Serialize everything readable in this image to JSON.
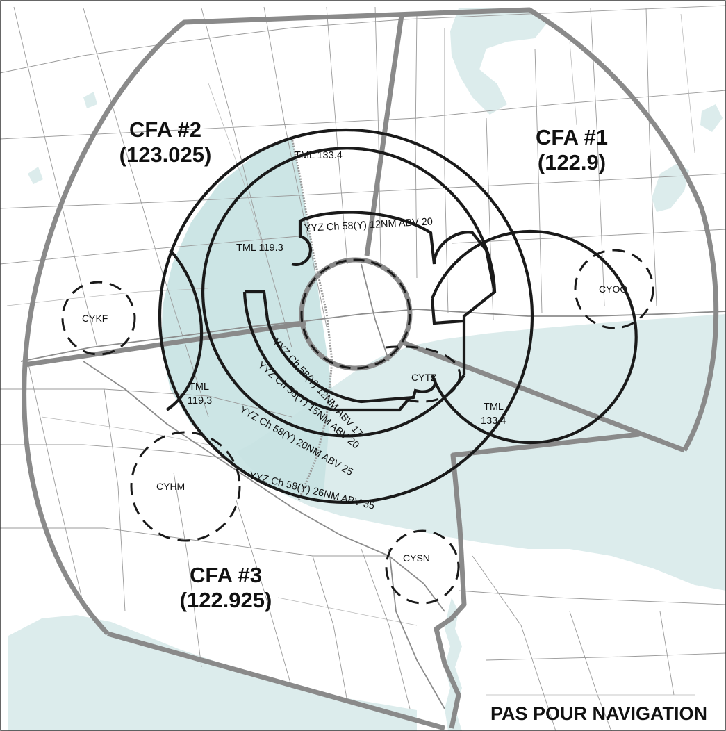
{
  "map": {
    "banner": "PAS POUR NAVIGATION",
    "cfa_areas": [
      {
        "name": "CFA #1",
        "frequency": "(122.9)"
      },
      {
        "name": "CFA #2",
        "frequency": "(123.025)"
      },
      {
        "name": "CFA #3",
        "frequency": "(122.925)"
      }
    ],
    "sector_labels": {
      "tml_133_4_north": "TML 133.4",
      "tml_119_3_north": "TML 119.3",
      "tml_sw_line1": "TML",
      "tml_sw_line2": "119.3",
      "tml_se_line1": "TML",
      "tml_se_line2": "133.4"
    },
    "ring_labels": {
      "ring_12nm_abv20": "YYZ Ch 58(Y) 12NM ABV 20",
      "ring_12nm_abv17": "YYZ Ch 58(Y) 12NM ABV 17",
      "ring_15nm_abv20": "YYZ Ch 58(Y) 15NM ABV 20",
      "ring_20nm_abv25": "YYZ Ch 58(Y) 20NM ABV 25",
      "ring_26nm_abv35": "YYZ Ch 58(Y) 26NM ABV 35"
    },
    "airports": [
      {
        "code": "CYKF"
      },
      {
        "code": "CYOO"
      },
      {
        "code": "CYTZ"
      },
      {
        "code": "CYHM"
      },
      {
        "code": "CYSN"
      }
    ],
    "colors": {
      "water": "#dcecec",
      "tml_119_3_shade": "#c7e2e2",
      "cfa_boundary": "#8a8a8a",
      "ring": "#1a1a1a"
    }
  }
}
